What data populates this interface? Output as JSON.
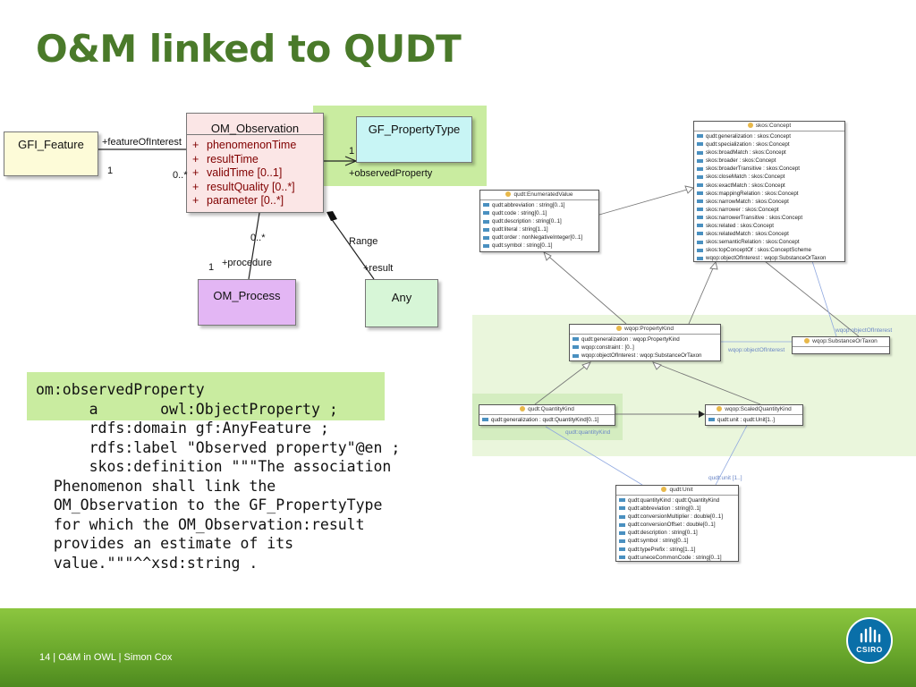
{
  "title": "O&M linked to QUDT",
  "classes": {
    "om_observation": {
      "name": "OM_Observation",
      "attributes": [
        "phenomenonTime",
        "resultTime",
        "validTime [0..1]",
        "resultQuality [0..*]",
        "parameter [0..*]"
      ],
      "visibility": "+"
    },
    "gfi_feature": {
      "name": "GFI_Feature"
    },
    "gf_property_type": {
      "name": "GF_PropertyType"
    },
    "om_process": {
      "name": "OM_Process"
    },
    "any": {
      "name": "Any"
    }
  },
  "association_labels": {
    "feature_of_interest": "+featureOfInterest",
    "feature_mult": "1",
    "feature_obs_mult": "0..*",
    "observed_property": "+observedProperty",
    "observed_property_mult": "1",
    "procedure_obs_mult": "0..*",
    "procedure": "+procedure",
    "procedure_mult": "1",
    "range": "Range",
    "result": "+result"
  },
  "qudt": {
    "skos_concept": {
      "name": "skos:Concept",
      "attributes": [
        "qudt:generalization : skos:Concept",
        "qudt:specialization : skos:Concept",
        "skos:broadMatch : skos:Concept",
        "skos:broader : skos:Concept",
        "skos:broaderTransitive : skos:Concept",
        "skos:closeMatch : skos:Concept",
        "skos:exactMatch : skos:Concept",
        "skos:mappingRelation : skos:Concept",
        "skos:narrowMatch : skos:Concept",
        "skos:narrower : skos:Concept",
        "skos:narrowerTransitive : skos:Concept",
        "skos:related : skos:Concept",
        "skos:relatedMatch : skos:Concept",
        "skos:semanticRelation : skos:Concept",
        "skos:topConceptOf : skos:ConceptScheme",
        "wqop:objectOfInterest : wqop:SubstanceOrTaxon"
      ]
    },
    "enumerated_value": {
      "name": "qudt:EnumeratedValue",
      "attributes": [
        "qudt:abbreviation : string[0..1]",
        "qudt:code : string[0..1]",
        "qudt:description : string[0..1]",
        "qudt:literal : string[1..1]",
        "qudt:order : nonNegativeInteger[0..1]",
        "qudt:symbol : string[0..1]"
      ]
    },
    "property_kind": {
      "name": "wqop:PropertyKind",
      "attributes": [
        "qudt:generalization : wqop:PropertyKind",
        "wqop:constraint : [0..]",
        "wqop:objectOfInterest : wqop:SubstanceOrTaxon"
      ]
    },
    "substance_or_taxon": {
      "name": "wqop:SubstanceOrTaxon",
      "attributes": []
    },
    "quantity_kind": {
      "name": "qudt:QuantityKind",
      "attributes": [
        "qudt:generalization : qudt:QuantityKind[0..1]"
      ]
    },
    "scaled_quantity_kind": {
      "name": "wqop:ScaledQuantityKind",
      "attributes": [
        "qudt:unit : qudt:Unit[1..]"
      ]
    },
    "unit": {
      "name": "qudt:Unit",
      "attributes": [
        "qudt:quantityKind : qudt:QuantityKind",
        "qudt:abbreviation : string[0..1]",
        "qudt:conversionMultiplier : double[0..1]",
        "qudt:conversionOffset : double[0..1]",
        "qudt:description : string[0..1]",
        "qudt:symbol : string[0..1]",
        "qudt:typePrefix : string[1..1]",
        "qudt:uneceCommonCode : string[0..1]"
      ]
    },
    "labels": {
      "object_of_interest_1": "wqop:objectOfInterest",
      "object_of_interest_2": "wqop:objectOfInterest",
      "quantity_kind": "qudt:quantityKind",
      "unit": "qudt:unit [1..]"
    }
  },
  "code": {
    "line1": "om:observedProperty",
    "line2": "      a       owl:ObjectProperty ;",
    "rest": "      rdfs:domain gf:AnyFeature ;\n      rdfs:label \"Observed property\"@en ;\n      skos:definition \"\"\"The association\n  Phenomenon shall link the\n  OM_Observation to the GF_PropertyType\n  for which the OM_Observation:result\n  provides an estimate of its\n  value.\"\"\"^^xsd:string ."
  },
  "footer": {
    "text": "14  |  O&M in OWL  |  Simon Cox",
    "logo": "CSIRO"
  },
  "colors": {
    "title": "#4a7a2a",
    "highlight": "#c9eca0",
    "observation_fill": "#fbe6e6",
    "feature_fill": "#fdfbd8",
    "property_type_fill": "#c8f5f5",
    "process_fill": "#e3b6f4",
    "any_fill": "#d7f6d7",
    "footer_green": "#6aa82c"
  }
}
